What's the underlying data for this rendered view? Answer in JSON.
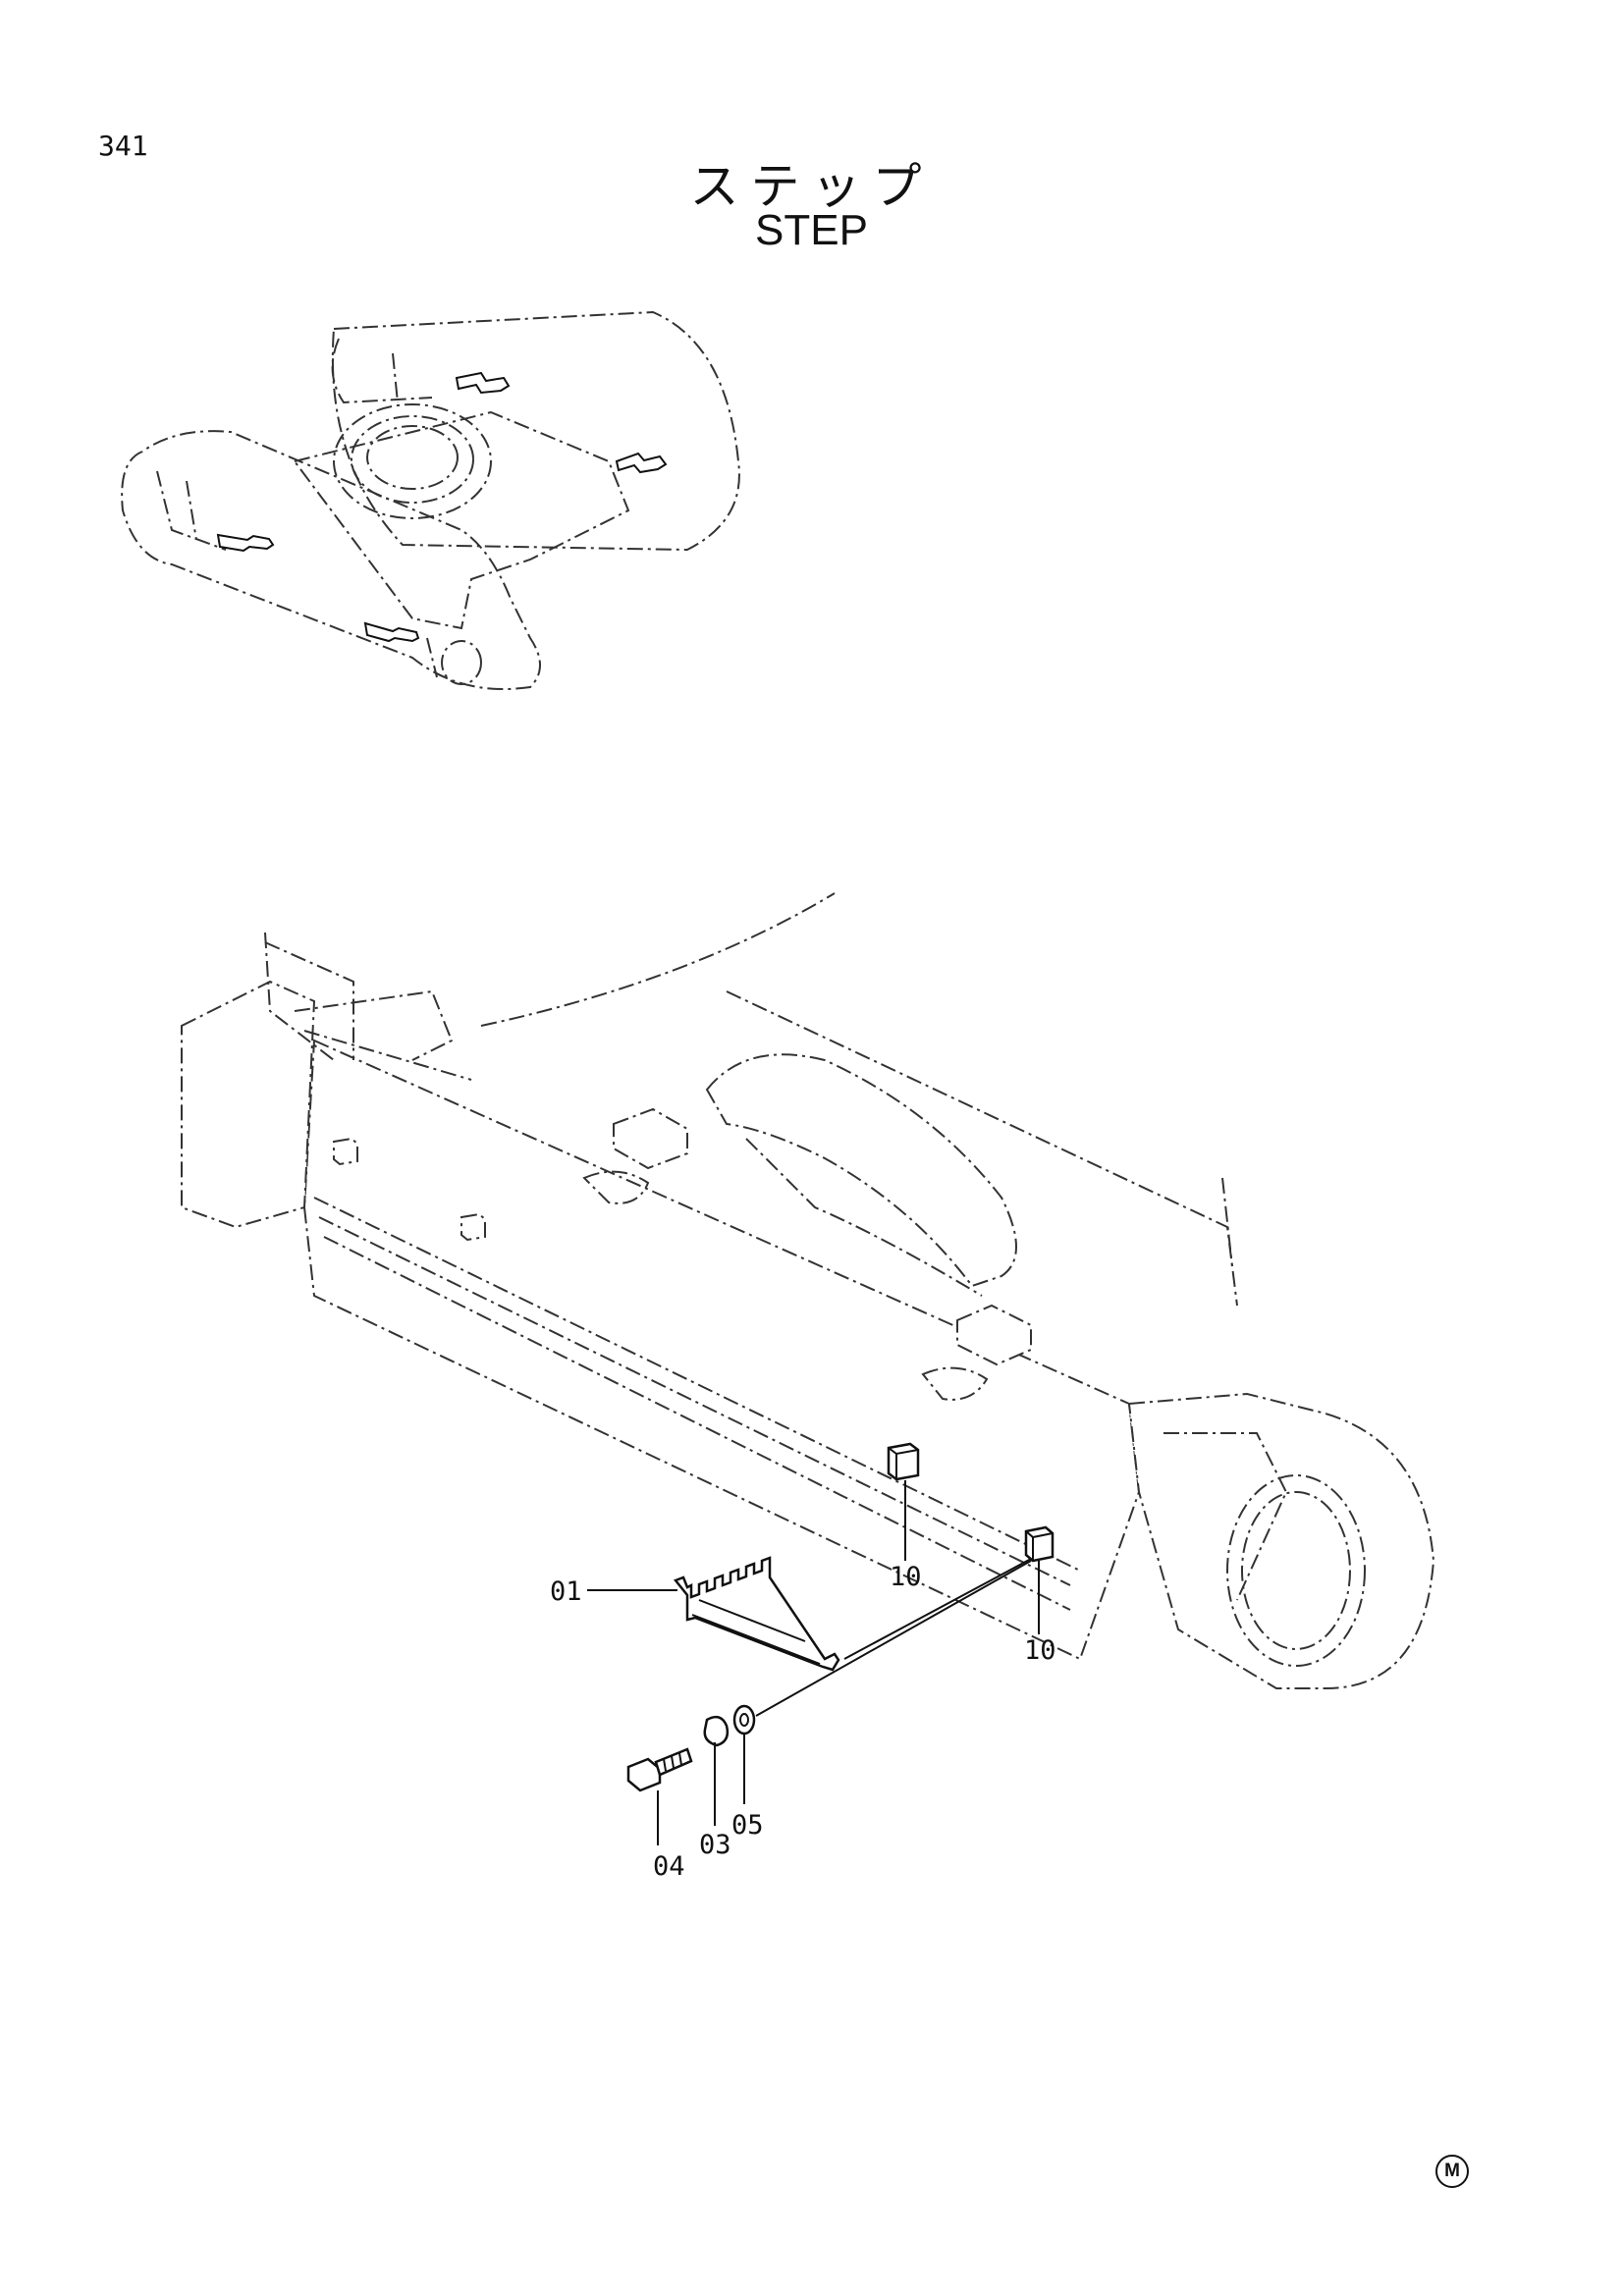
{
  "header": {
    "page_number": "341",
    "title_jp": "ステップ",
    "title_en": "STEP"
  },
  "callouts": [
    {
      "id": "part-01",
      "label": "01"
    },
    {
      "id": "part-03",
      "label": "03"
    },
    {
      "id": "part-04",
      "label": "04"
    },
    {
      "id": "part-05",
      "label": "05"
    },
    {
      "id": "part-10a",
      "label": "10"
    },
    {
      "id": "part-10b",
      "label": "10"
    }
  ],
  "footer": {
    "mark": "M"
  }
}
